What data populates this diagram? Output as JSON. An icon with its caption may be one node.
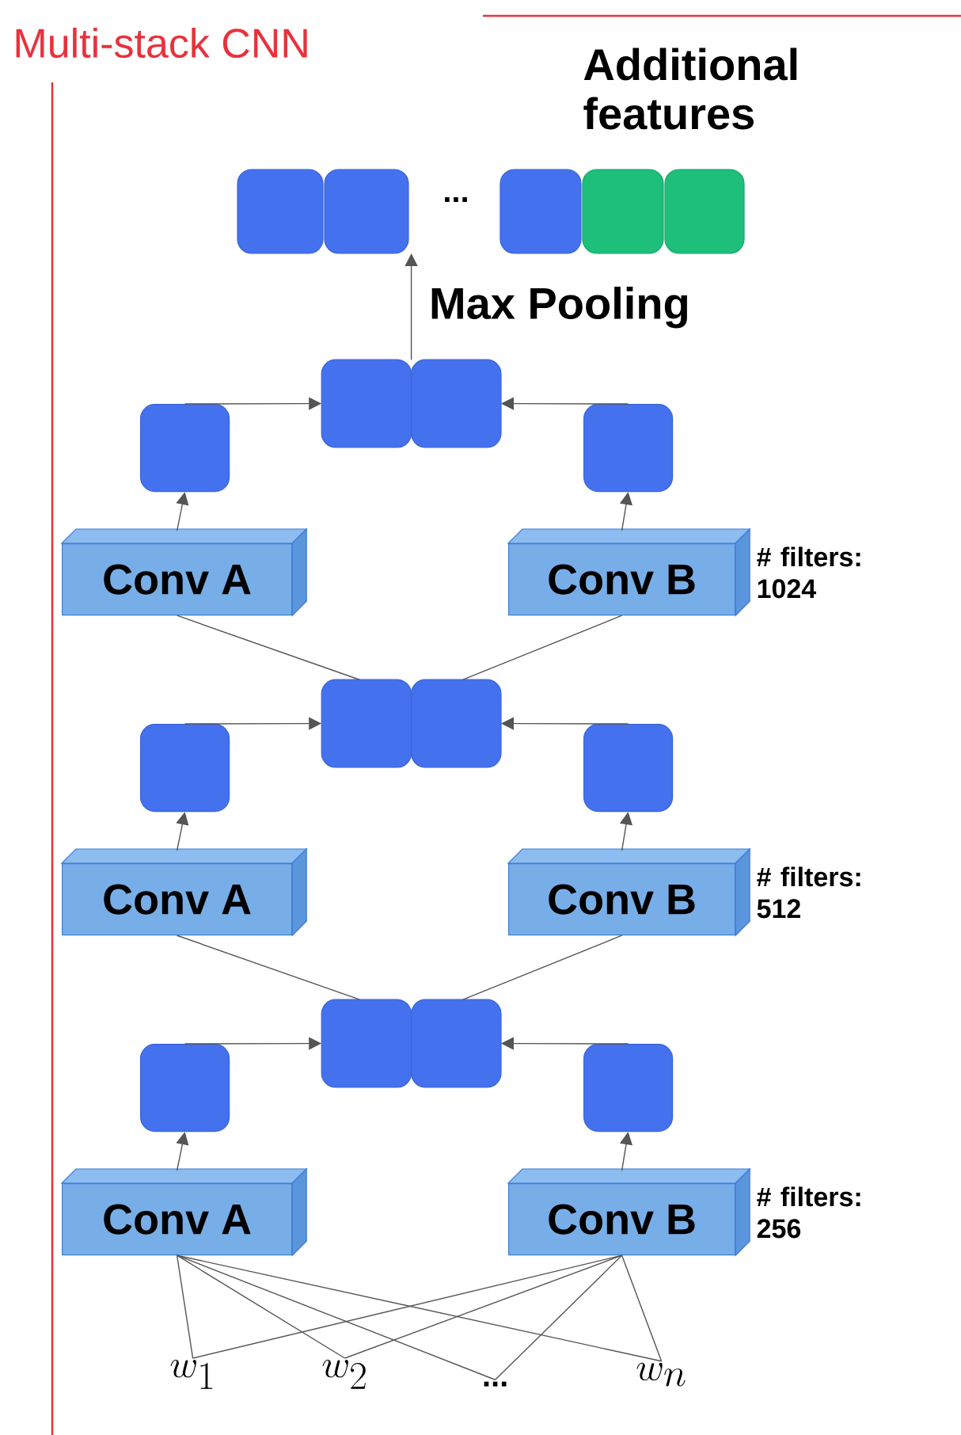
{
  "diagram": {
    "nodes": [
      {
        "text": [
          "Multi-stack CNN"
        ]
      },
      {
        "text": [
          "..."
        ],
        "in": 0
      },
      {
        "text": [
          "Additional features"
        ],
        "in": 0
      },
      {
        "text": [],
        "shape": "box",
        "in": 0
      },
      {
        "text": [],
        "shape": "box",
        "in": 0
      },
      {
        "text": [],
        "shape": "box",
        "in": 0
      },
      {
        "text": [
          "Conv A"
        ],
        "in": 0
      },
      {
        "text": [
          "Conv B"
        ],
        "beside": [
          "# filters: 1024"
        ],
        "in": 0
      },
      {
        "text": [],
        "shape": "box",
        "in": 0
      },
      {
        "text": [],
        "shape": "box",
        "in": 0
      },
      {
        "text": [],
        "shape": "box",
        "in": 0
      },
      {
        "text": [
          "Conv A"
        ],
        "in": 0
      },
      {
        "text": [
          "Conv B"
        ],
        "beside": [
          "# filters: 512"
        ],
        "in": 0
      },
      {
        "text": [],
        "shape": "box",
        "in": 0
      },
      {
        "text": [],
        "shape": "box",
        "in": 0
      },
      {
        "text": [],
        "shape": "box",
        "in": 0
      },
      {
        "text": [
          "Conv A"
        ],
        "in": 0
      },
      {
        "text": [
          "Conv B"
        ],
        "beside": [
          "# filters: 256"
        ],
        "in": 0
      },
      {
        "text": [
          "w_1"
        ],
        "in": 0
      },
      {
        "text": [
          "w_2"
        ],
        "in": 0
      },
      {
        "text": [
          "..."
        ],
        "in": 0
      },
      {
        "text": [
          "w_n"
        ],
        "in": 0
      }
    ],
    "edges": [
      {
        "from": 3,
        "to": 1,
        "arrow": "to",
        "label": "Max Pooling"
      },
      {
        "from": 4,
        "to": 3,
        "arrow": "to"
      },
      {
        "from": 5,
        "to": 3,
        "arrow": "to"
      },
      {
        "from": 6,
        "to": 4,
        "arrow": "to"
      },
      {
        "from": 7,
        "to": 5,
        "arrow": "to"
      },
      {
        "from": 8,
        "to": 6,
        "arrow": "none"
      },
      {
        "from": 8,
        "to": 7,
        "arrow": "none"
      },
      {
        "from": 9,
        "to": 8,
        "arrow": "to"
      },
      {
        "from": 10,
        "to": 8,
        "arrow": "to"
      },
      {
        "from": 11,
        "to": 9,
        "arrow": "to"
      },
      {
        "from": 12,
        "to": 10,
        "arrow": "to"
      },
      {
        "from": 13,
        "to": 11,
        "arrow": "none"
      },
      {
        "from": 13,
        "to": 12,
        "arrow": "none"
      },
      {
        "from": 14,
        "to": 13,
        "arrow": "to"
      },
      {
        "from": 15,
        "to": 13,
        "arrow": "to"
      },
      {
        "from": 16,
        "to": 14,
        "arrow": "to"
      },
      {
        "from": 17,
        "to": 15,
        "arrow": "to"
      },
      {
        "from": 18,
        "to": 16,
        "arrow": "none"
      },
      {
        "from": 18,
        "to": 17,
        "arrow": "none"
      },
      {
        "from": 19,
        "to": 16,
        "arrow": "none"
      },
      {
        "from": 19,
        "to": 17,
        "arrow": "none"
      },
      {
        "from": 20,
        "to": 16,
        "arrow": "none"
      },
      {
        "from": 20,
        "to": 17,
        "arrow": "none"
      },
      {
        "from": 21,
        "to": 16,
        "arrow": "none"
      },
      {
        "from": 21,
        "to": 17,
        "arrow": "none"
      }
    ]
  }
}
